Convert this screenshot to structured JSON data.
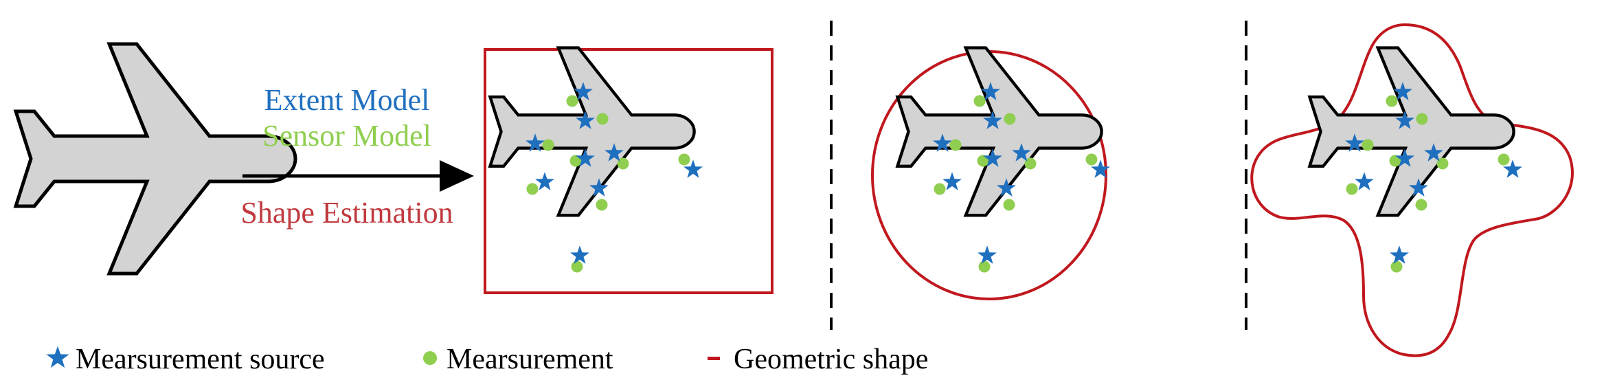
{
  "arrow": {
    "line1": "Extent Model",
    "line2": "Sensor Model",
    "line3": "Shape Estimation"
  },
  "legend": {
    "source_label": "Mearsurement source",
    "measurement_label": "Mearsurement",
    "shape_label": "Geometric shape"
  },
  "colors": {
    "airplane_fill": "#d3d3d3",
    "airplane_stroke": "#000000",
    "source_star": "#1f6fbf",
    "measurement_dot": "#8fce4f",
    "geometric_shape": "#c0181e",
    "extent_text": "#1f6fbf",
    "sensor_text": "#8fce4f",
    "shape_text": "#c0393e"
  },
  "panels": [
    {
      "shape": "rectangle"
    },
    {
      "shape": "ellipse"
    },
    {
      "shape": "star-convex"
    }
  ]
}
